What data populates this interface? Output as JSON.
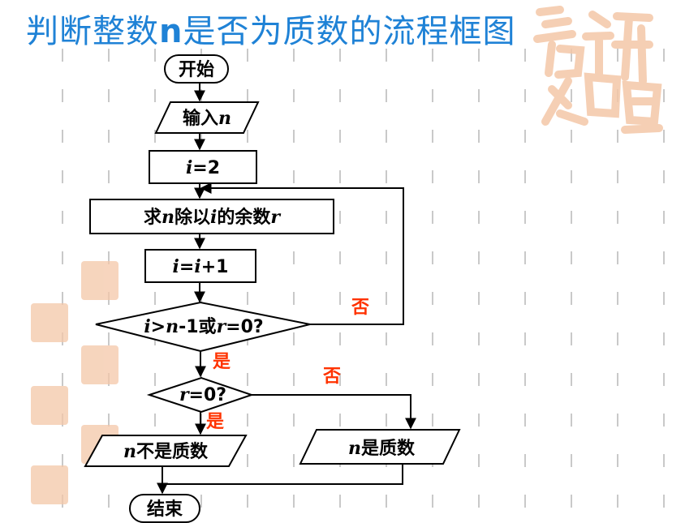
{
  "title": {
    "prefix": "判断整数",
    "var": "n",
    "suffix": "是否为质数的流程框图"
  },
  "colors": {
    "title": "#1F82D6",
    "branch_label": "#FF3300",
    "watermark": "#F4C7A8"
  },
  "flowchart": {
    "start": "开始",
    "input": {
      "label": "输入",
      "var": "n"
    },
    "init": {
      "var": "i",
      "rest": "=2"
    },
    "compute": {
      "a": "求",
      "var1": "n",
      "b": "除以",
      "var2": "i",
      "c": "的余数",
      "var3": "r"
    },
    "increment": {
      "var1": "i",
      "eq": "=",
      "var2": "i",
      "rest": "+1"
    },
    "decision1": {
      "var1": "i",
      "gt": ">",
      "var2": "n",
      "b": "-1或",
      "var3": "r",
      "c": "=0?"
    },
    "decision1_no": "否",
    "decision1_yes": "是",
    "decision2": {
      "var": "r",
      "rest": "=0?"
    },
    "decision2_no": "否",
    "decision2_yes": "是",
    "output_not_prime": {
      "var": "n",
      "label": "不是质数"
    },
    "output_prime": {
      "var": "n",
      "label": "是质数"
    },
    "end": "结束"
  },
  "watermark_icons": [
    "seal-stamp-icon"
  ]
}
